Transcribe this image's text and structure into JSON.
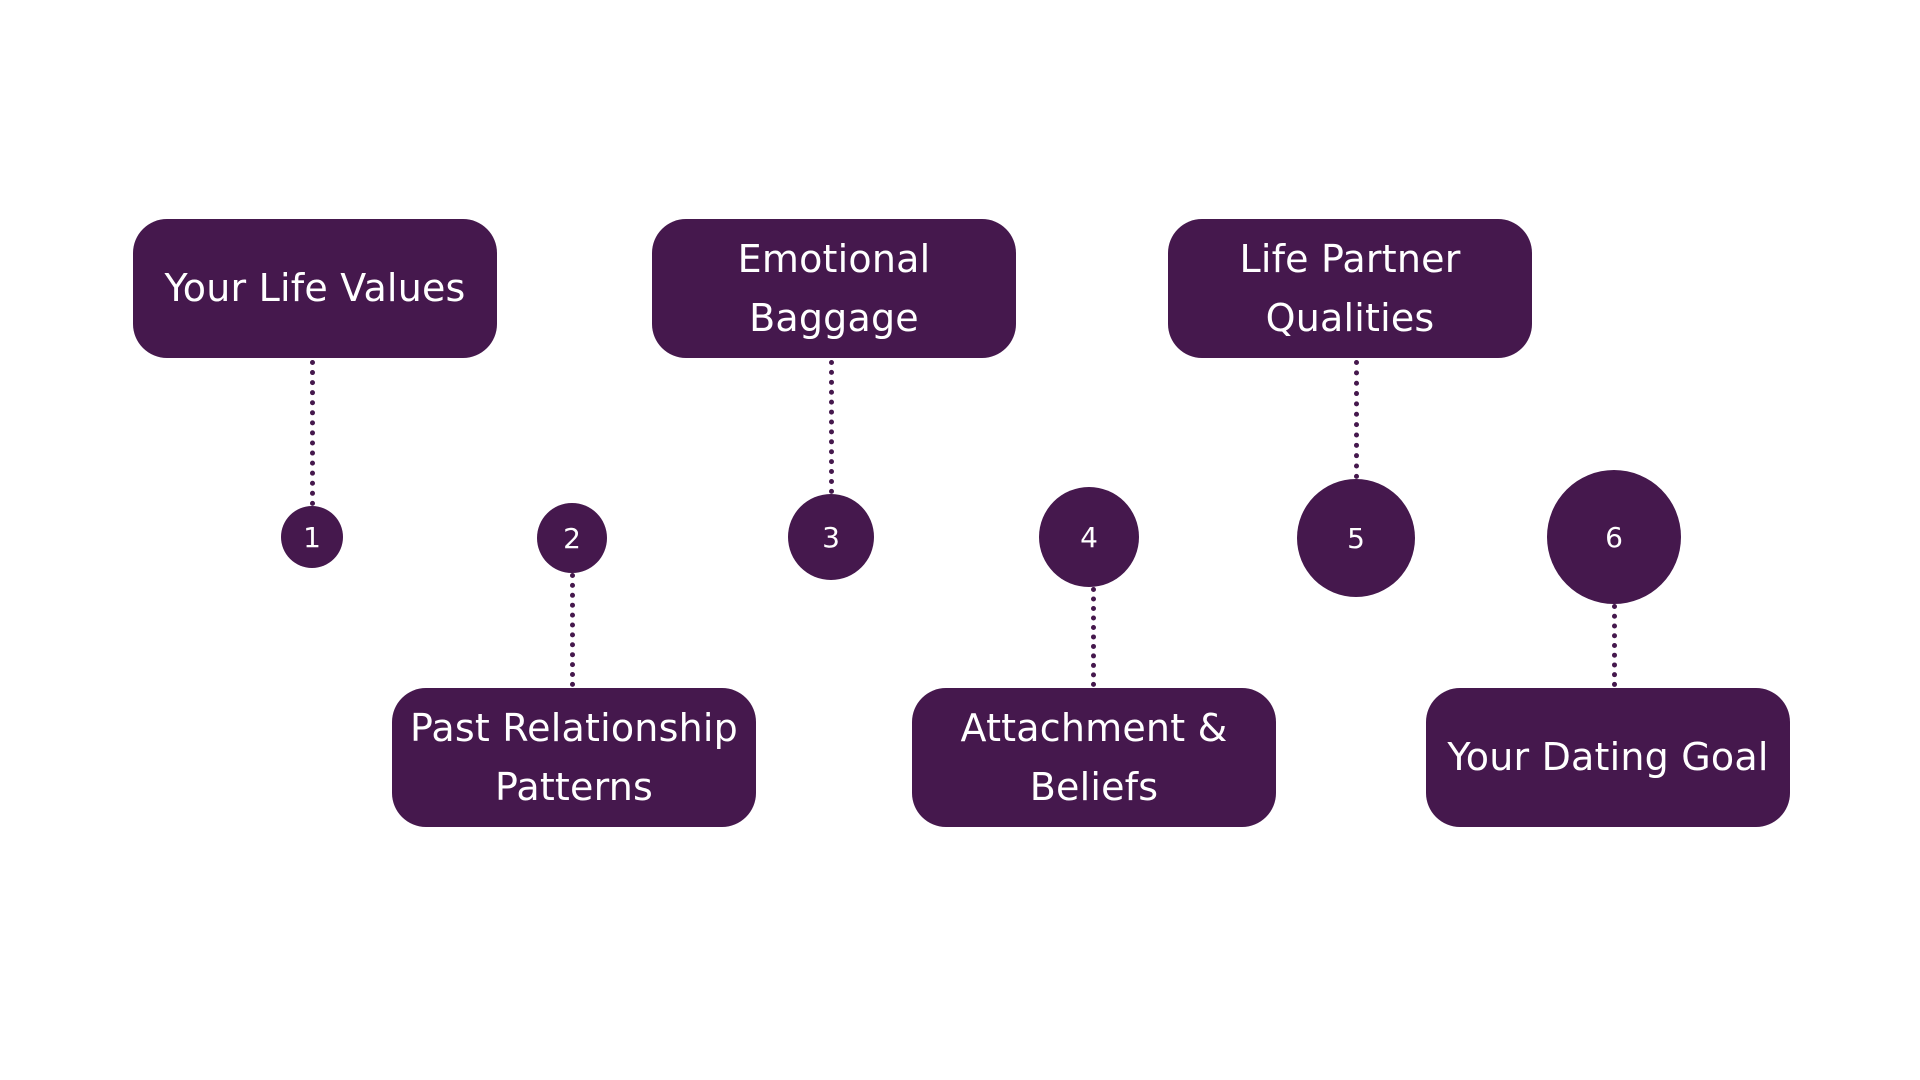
{
  "diagram": {
    "accent_color": "#45184d",
    "steps": [
      {
        "number": "1",
        "label": "Your Life Values",
        "position": "top"
      },
      {
        "number": "2",
        "label": "Past Relationship Patterns",
        "position": "bottom"
      },
      {
        "number": "3",
        "label": "Emotional Baggage",
        "position": "top"
      },
      {
        "number": "4",
        "label": "Attachment & Beliefs",
        "position": "bottom"
      },
      {
        "number": "5",
        "label": "Life Partner Qualities",
        "position": "top"
      },
      {
        "number": "6",
        "label": "Your Dating Goal",
        "position": "bottom"
      }
    ]
  }
}
